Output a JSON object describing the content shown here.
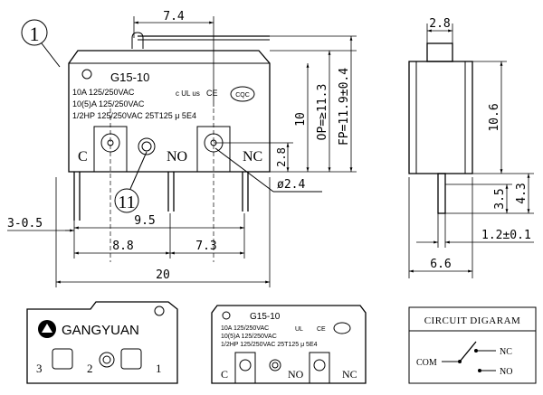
{
  "callouts": {
    "c1": "1",
    "c11": "11"
  },
  "front": {
    "dims": {
      "top": "7.4",
      "pin_spacing_small": "9.5",
      "left": "8.8",
      "right": "7.3",
      "overall": "20",
      "lead_width": "3-0.5",
      "hole_dia": "ø2.4",
      "body_height": "10",
      "op": "OP=≥11.3",
      "fp": "FP=11.9±0.4",
      "pin_offset": "2.8"
    },
    "model": "G15-10",
    "spec_lines": [
      "10A 125/250VAC",
      "10(5)A 125/250VAC",
      "1/2HP 125/250VAC 25T125 μ 5E4"
    ],
    "cert_ul": "c UL us",
    "cert_ce": "CE",
    "cert_cqc": "CQC",
    "terminals": [
      "C",
      "NO",
      "NC"
    ]
  },
  "side": {
    "dims": {
      "top_width": "2.8",
      "height": "10.6",
      "pin_len_a": "3.5",
      "pin_len_b": "4.3",
      "pin_thickness": "1.2±0.1",
      "width": "6.6"
    }
  },
  "back": {
    "brand": "GANGYUAN",
    "pins": [
      "3",
      "2",
      "1"
    ]
  },
  "front_small": {
    "model": "G15-10",
    "spec_lines": [
      "10A 125/250VAC",
      "10(5)A 125/250VAC",
      "1/2HP 125/250VAC 25T125 μ 5E4"
    ],
    "terminals": [
      "C",
      "NO",
      "NC"
    ]
  },
  "circuit": {
    "title": "CIRCUIT DIGARAM",
    "com": "COM",
    "nc": "NC",
    "no": "NO"
  }
}
